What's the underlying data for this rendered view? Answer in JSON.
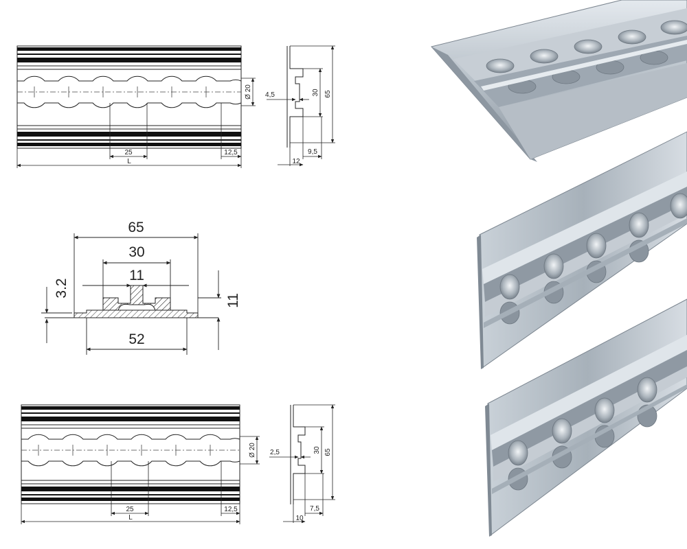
{
  "drawing_a": {
    "hole_diameter": "Ø 20",
    "pitch": "25",
    "end_offset": "12,5",
    "length": "L",
    "slot_width": "4,5",
    "inner_height": "30",
    "total_height": "65",
    "bottom_width": "9,5",
    "overall_width": "12"
  },
  "profile_section": {
    "total_width": "65",
    "mid_width": "30",
    "slot_width": "11",
    "base_width": "52",
    "thickness": "3.2",
    "height": "11"
  },
  "drawing_b": {
    "hole_diameter": "Ø 20",
    "pitch": "25",
    "end_offset": "12,5",
    "length": "L",
    "slot_width": "2,5",
    "inner_height": "30",
    "total_height": "65",
    "bottom_width": "7,5",
    "overall_width": "10"
  },
  "colors": {
    "line": "#222222",
    "rail_light": "#d6dde3",
    "rail_mid": "#a9b3bc",
    "rail_dark": "#6f7983",
    "background": "#ffffff"
  }
}
